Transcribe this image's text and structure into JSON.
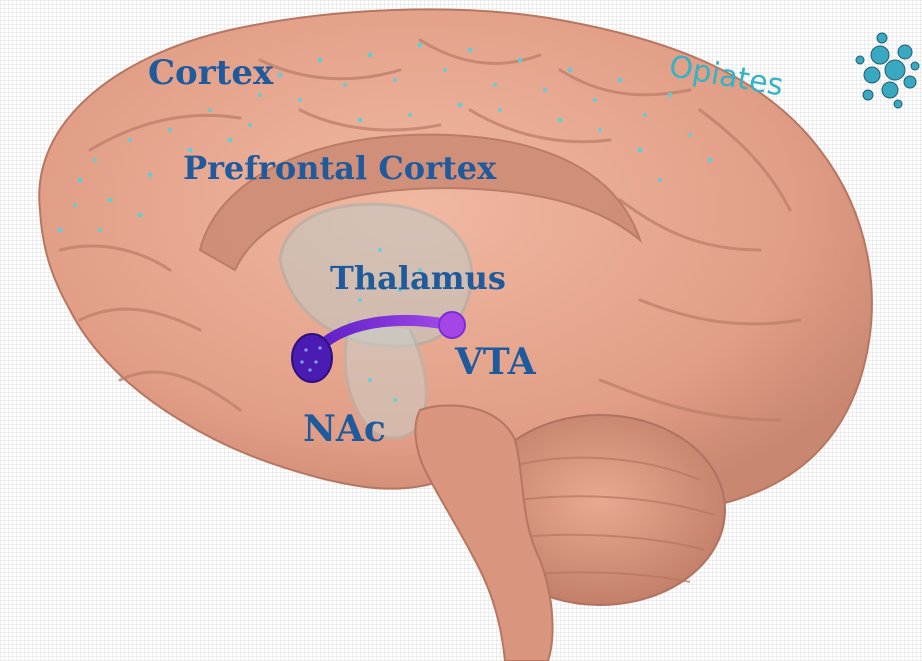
{
  "labels": {
    "cortex": "Cortex",
    "prefrontal_cortex": "Prefrontal Cortex",
    "thalamus": "Thalamus",
    "vta": "VTA",
    "nac": "NAc"
  },
  "opiates_label": "Opiates",
  "colors": {
    "label_text": "#1f5b9c",
    "opiates_text": "#34b3c4",
    "brain_tissue": "#e3a08a",
    "brain_shadow": "#b87a66",
    "pathway": "#7a2fd6",
    "particles": "#5ad0d8"
  },
  "icons": {
    "opiate_molecules": "molecule-cluster-icon"
  }
}
